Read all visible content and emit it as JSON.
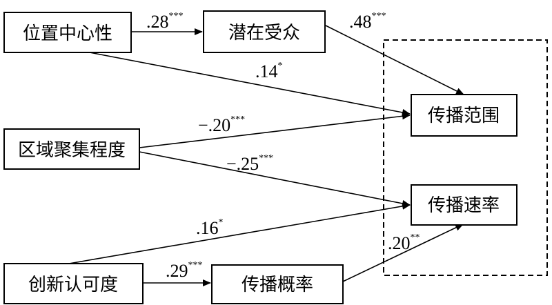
{
  "nodes": {
    "location_centrality": "位置中心性",
    "potential_audience": "潜在受众",
    "regional_clustering": "区域聚集程度",
    "innovation_recognition": "创新认可度",
    "spread_probability": "传播概率",
    "spread_range": "传播范围",
    "spread_rate": "传播速率"
  },
  "edges": {
    "loc_to_audience": {
      "coef": ".28",
      "sig": "***"
    },
    "audience_to_range": {
      "coef": ".48",
      "sig": "***"
    },
    "loc_to_range": {
      "coef": ".14",
      "sig": "*"
    },
    "cluster_to_range": {
      "coef": "−.20",
      "sig": "***"
    },
    "cluster_to_rate": {
      "coef": "−.25",
      "sig": "***"
    },
    "innov_to_rate": {
      "coef": ".16",
      "sig": "*"
    },
    "innov_to_prob": {
      "coef": ".29",
      "sig": "***"
    },
    "prob_to_rate": {
      "coef": ".20",
      "sig": "**"
    }
  }
}
